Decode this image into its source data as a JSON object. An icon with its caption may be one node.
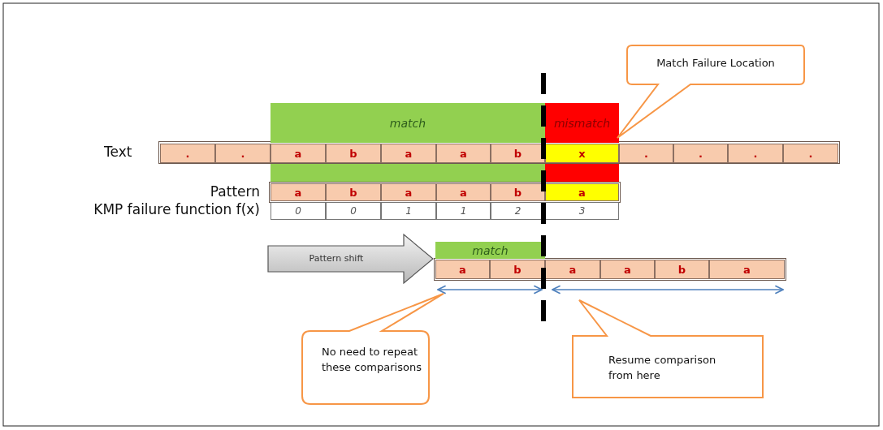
{
  "diagram": {
    "nodes": [
      {
        "text": [
          "Match Failure Location"
        ]
      },
      {
        "text": [
          "Pattern shift"
        ]
      },
      {
        "text": [
          "No need to repeat these comparisons"
        ]
      },
      {
        "text": [
          "Resume comparison from here"
        ]
      }
    ],
    "labels": [
      "match",
      "mismatch",
      "Text",
      ".",
      ".",
      "a",
      "b",
      "a",
      "a",
      "b",
      "x",
      ".",
      ".",
      ".",
      ".",
      "Pattern",
      "a",
      "b",
      "a",
      "a",
      "b",
      "a",
      "KMP failure function  f(x)",
      "0",
      "0",
      "1",
      "1",
      "2",
      "3",
      "match",
      "a",
      "b",
      "a",
      "a",
      "b",
      "a"
    ]
  }
}
